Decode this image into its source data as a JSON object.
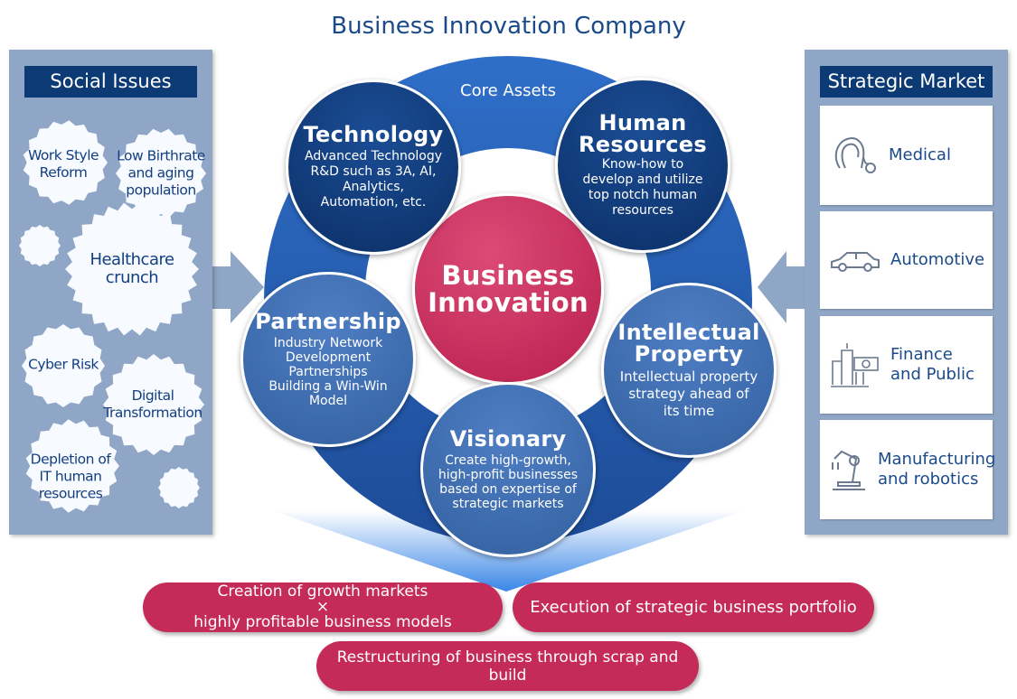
{
  "title": "Business Innovation Company",
  "social_issues": {
    "heading": "Social Issues",
    "items": [
      "Work Style\nReform",
      "Low Birthrate\nand aging\npopulation",
      "Healthcare\ncrunch",
      "Cyber Risk",
      "Digital\nTransformation",
      "Depletion of\nIT human\nresources"
    ]
  },
  "strategic_market": {
    "heading": "Strategic Market",
    "items": [
      {
        "label": "Medical",
        "icon": "stethoscope-icon"
      },
      {
        "label": "Automotive",
        "icon": "car-icon"
      },
      {
        "label": "Finance\nand Public",
        "icon": "building-money-icon"
      },
      {
        "label": "Manufacturing\nand robotics",
        "icon": "robot-arm-icon"
      }
    ]
  },
  "ring_label": "Core Assets",
  "center": {
    "title": "Business\nInnovation"
  },
  "assets": {
    "technology": {
      "title": "Technology",
      "desc": "Advanced Technology\nR&D such as 3A, AI,\nAnalytics,\nAutomation, etc."
    },
    "human": {
      "title": "Human\nResources",
      "desc": "Know-how to\ndevelop and utilize\ntop notch human\nresources"
    },
    "partnership": {
      "title": "Partnership",
      "desc": "Industry Network\nDevelopment\nPartnerships\nBuilding a Win-Win\nModel"
    },
    "ip": {
      "title": "Intellectual\nProperty",
      "desc": "Intellectual property\nstrategy ahead of\nits time"
    },
    "visionary": {
      "title": "Visionary",
      "desc": "Create high-growth,\nhigh-profit businesses\nbased on expertise of\nstrategic markets"
    }
  },
  "outcomes": {
    "growth": "Creation of growth markets\n×\nhighly profitable business models",
    "portfolio": "Execution of strategic business portfolio",
    "restructuring": "Restructuring of business through scrap and build"
  },
  "colors": {
    "navy": "#0c3a75",
    "panel": "#8fa6c6",
    "red": "#c52b58",
    "ring": "#2f63b4"
  }
}
